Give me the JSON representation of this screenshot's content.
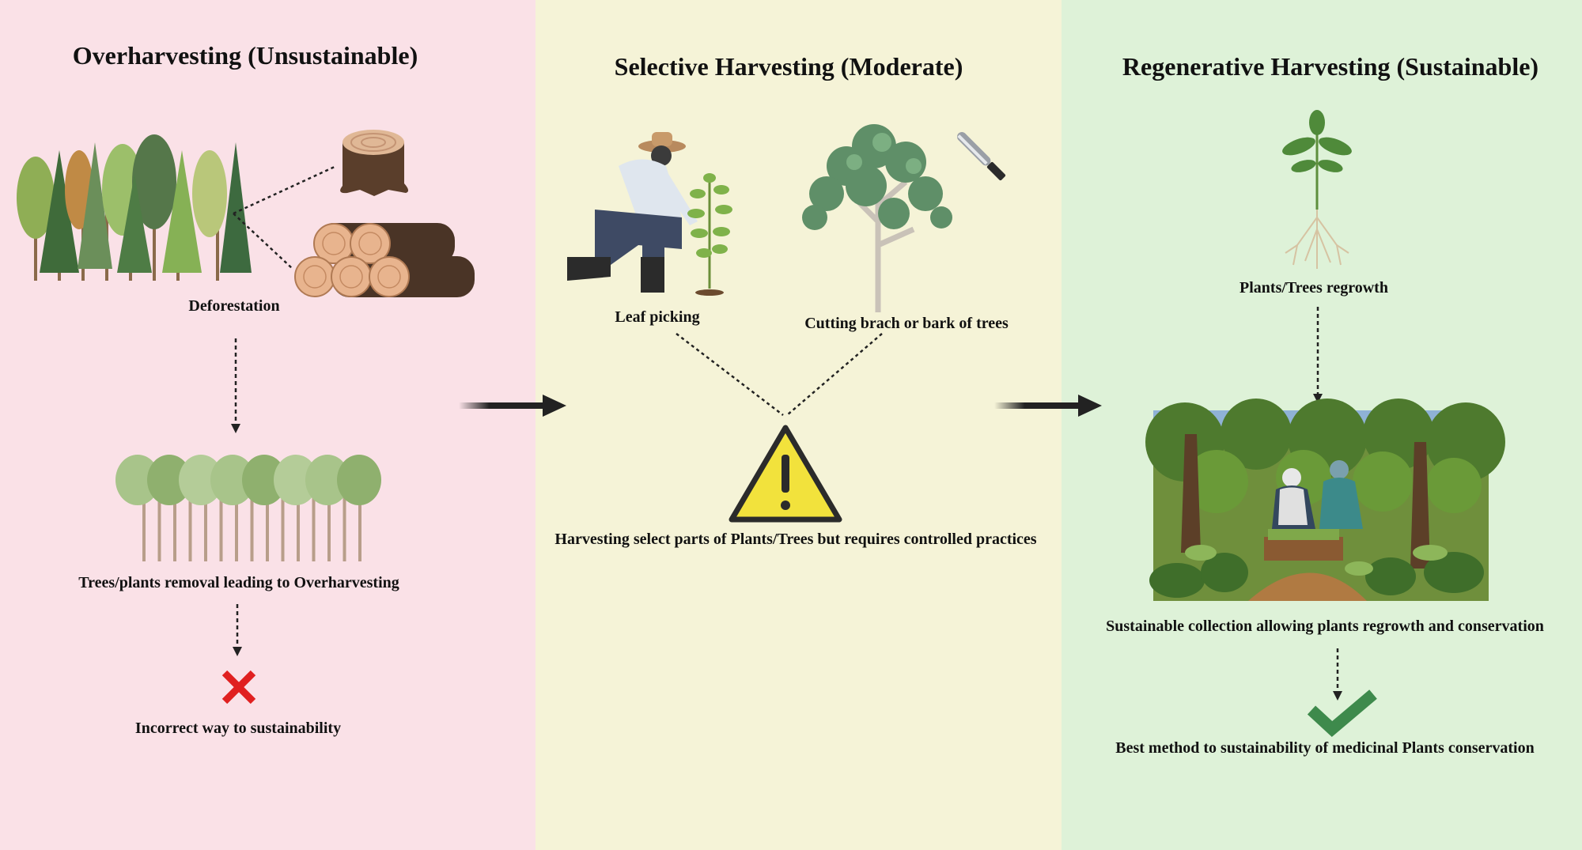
{
  "panels": {
    "overharvesting": {
      "title": "Overharvesting (Unsustainable)",
      "deforestation_label": "Deforestation",
      "removal_label": "Trees/plants removal leading to Overharvesting",
      "result_label": "Incorrect way to sustainability"
    },
    "selective": {
      "title": "Selective Harvesting (Moderate)",
      "leaf_label": "Leaf picking",
      "bark_label": "Cutting brach or bark of trees",
      "warning_label": "Harvesting select parts of Plants/Trees but requires controlled practices"
    },
    "regenerative": {
      "title": "Regenerative Harvesting (Sustainable)",
      "regrowth_label": "Plants/Trees regrowth",
      "collection_label": "Sustainable collection allowing plants regrowth and conservation",
      "best_label": "Best method to sustainability of medicinal Plants conservation"
    }
  },
  "icons": [
    "forest-icon",
    "stump-icon",
    "logs-icon",
    "tree-row-icon",
    "red-cross-icon",
    "farmer-icon",
    "tree-icon",
    "knife-icon",
    "warning-icon",
    "seedling-icon",
    "garden-scene-icon",
    "green-check-icon",
    "right-arrow-icon"
  ],
  "colors": {
    "panel_red": "#fae1e7",
    "panel_yellow": "#f5f3d7",
    "panel_green": "#def2d8",
    "cross": "#e02020",
    "check": "#3e8a4c",
    "warning": "#f2e23c"
  }
}
